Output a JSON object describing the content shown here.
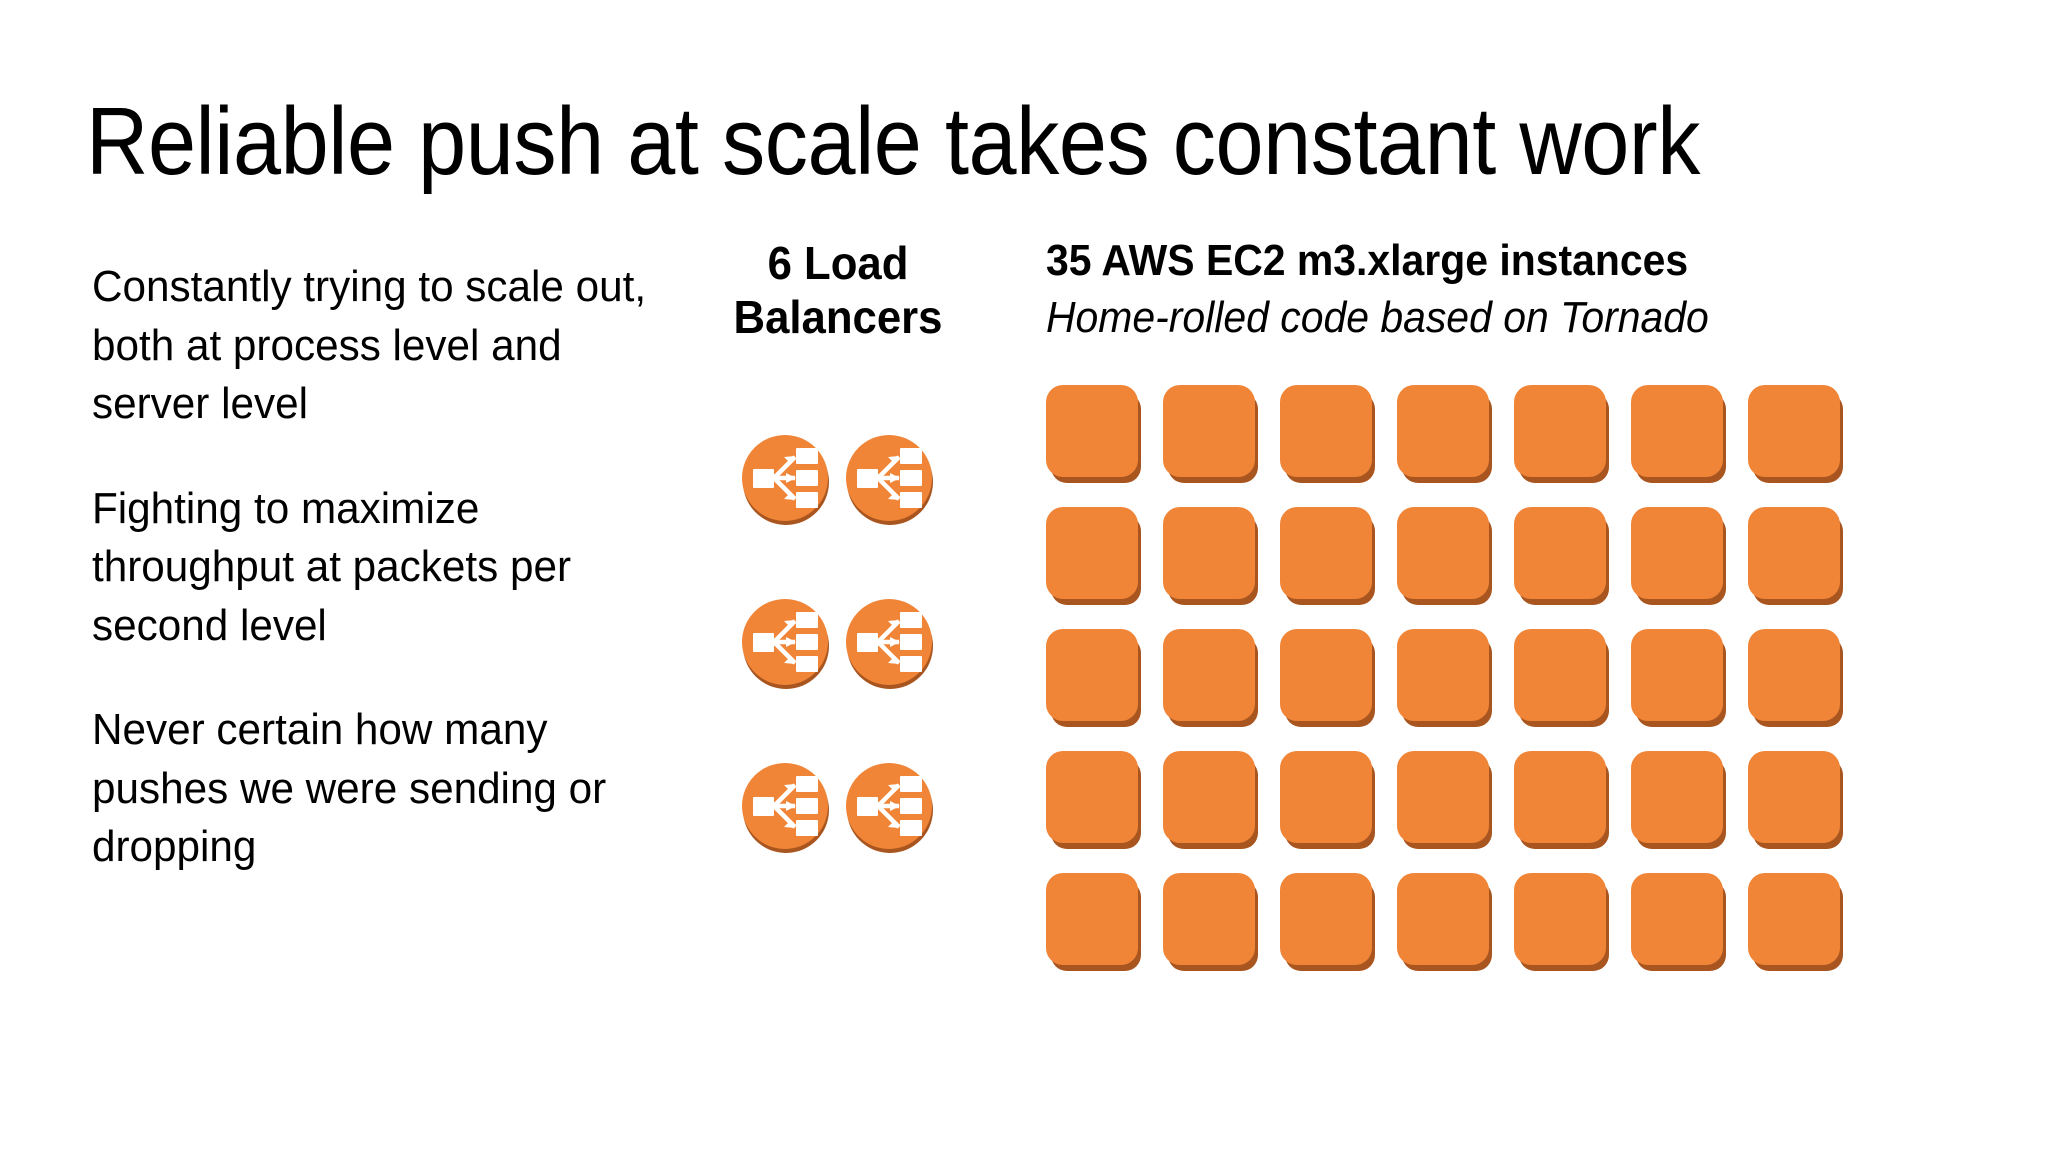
{
  "slide": {
    "title": "Reliable push at scale takes constant work",
    "background_color": "#FFFFFF",
    "text_color": "#000000"
  },
  "left_column": {
    "paragraphs": [
      "Constantly trying to scale out, both at process level and server level",
      "Fighting to maximize throughput at packets per second level",
      "Never certain how many pushes we were sending or dropping"
    ]
  },
  "middle_column": {
    "heading_line_1": "6 Load",
    "heading_line_2": "Balancers",
    "count": 6,
    "rows": 3,
    "columns": 2,
    "icon_name": "load-balancer-icon",
    "icon_color": "#F08437",
    "icon_shadow_color": "#A8551F",
    "icon_glyph_color": "#FFFFFF"
  },
  "right_column": {
    "heading": "35 AWS EC2 m3.xlarge instances",
    "subheading": "Home-rolled code based on Tornado",
    "count": 35,
    "rows": 5,
    "columns": 7,
    "tile_color": "#F08437",
    "tile_shadow_color": "#A8551F"
  }
}
